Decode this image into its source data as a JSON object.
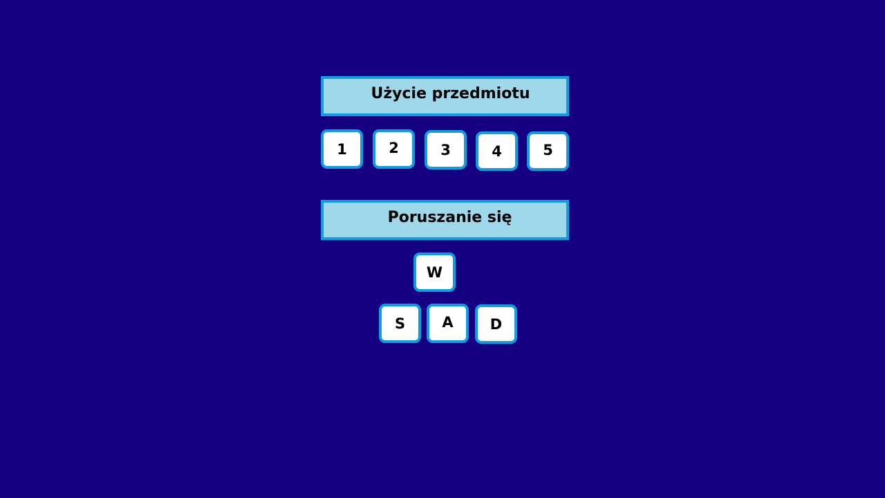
{
  "background_color": "#140080",
  "accent_color": "#0f9de2",
  "panel_color": "#9ed8ea",
  "key_color": "#ffffff",
  "item_use": {
    "title": "Użycie przedmiotu",
    "keys": [
      "1",
      "2",
      "3",
      "4",
      "5"
    ]
  },
  "movement": {
    "title": "Poruszanie się",
    "keys": {
      "up": "W",
      "left": "S",
      "middle": "A",
      "right": "D"
    }
  }
}
